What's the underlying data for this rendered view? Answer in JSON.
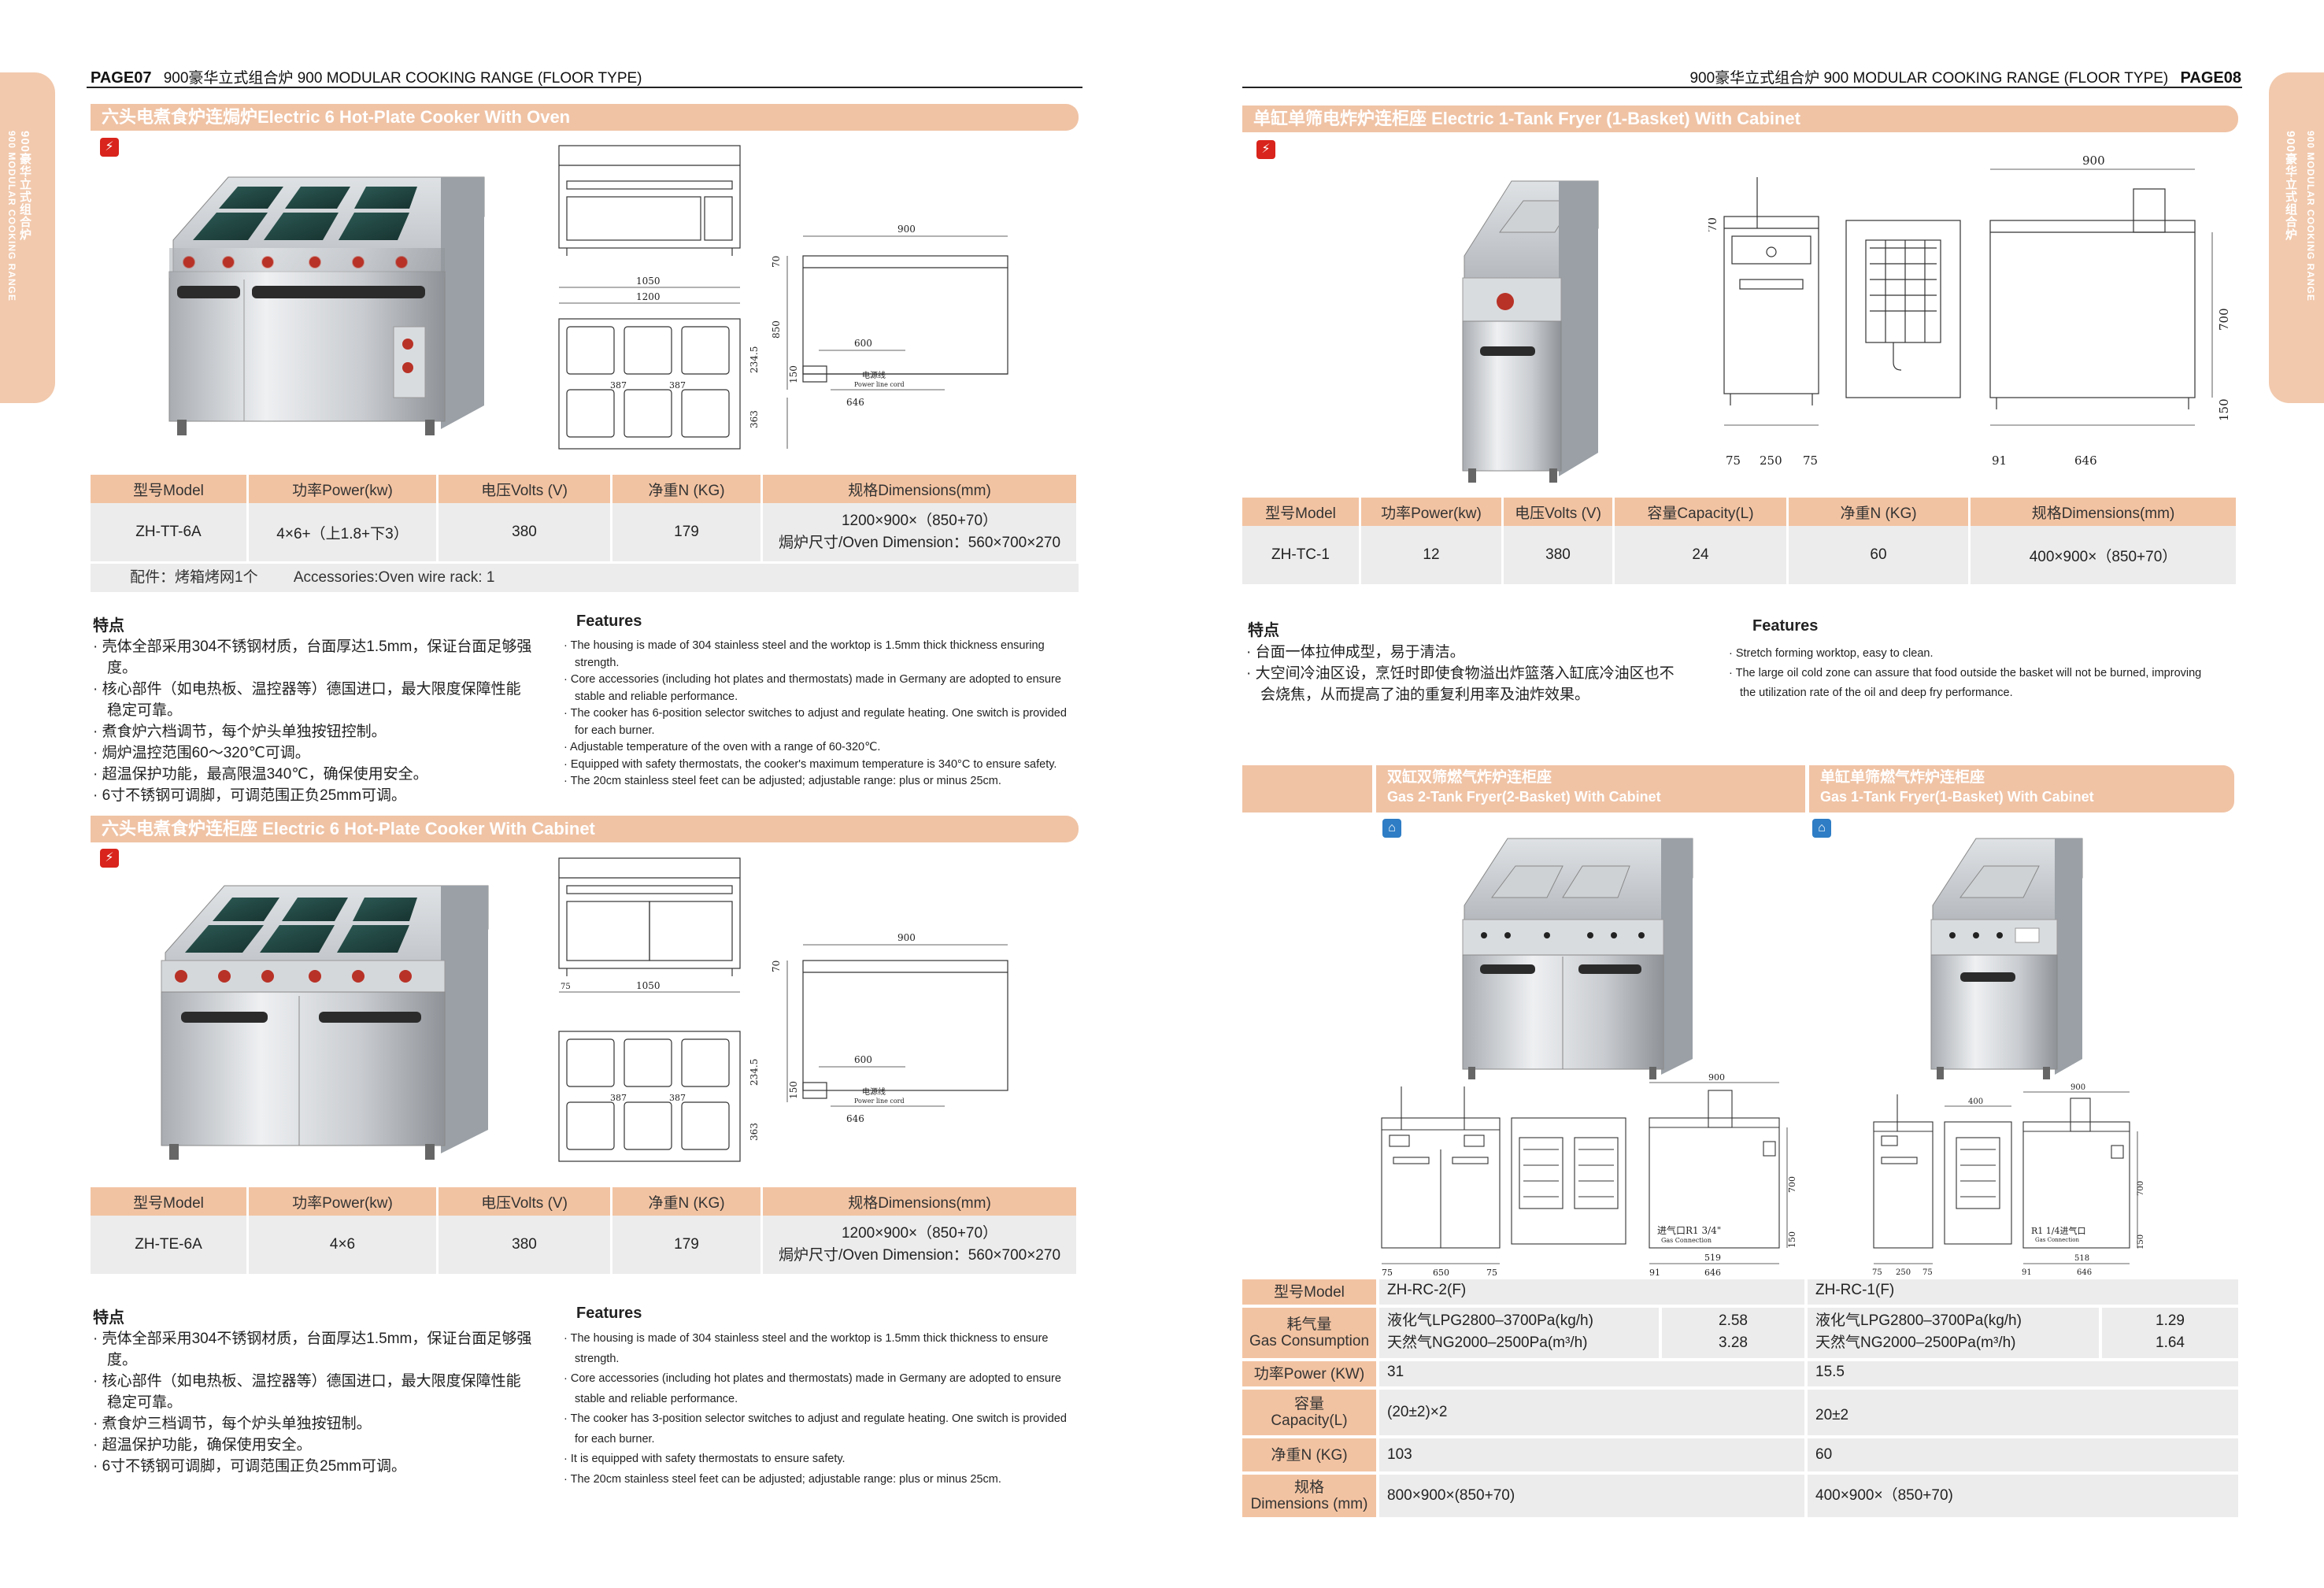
{
  "page_left": {
    "page_no": "PAGE07",
    "header_title": "900豪华立式组合炉 900 MODULAR COOKING RANGE (FLOOR TYPE)",
    "side_tab_cn": "900豪华立式组合炉",
    "side_tab_en": "900 MODULAR COOKING RANGE"
  },
  "page_right": {
    "page_no": "PAGE08",
    "header_title": "900豪华立式组合炉 900 MODULAR COOKING RANGE (FLOOR TYPE)",
    "side_tab_cn": "900豪华立式组合炉",
    "side_tab_en": "900 MODULAR COOKING RANGE"
  },
  "section1": {
    "title": "六头电煮食炉连焗炉Electric 6 Hot-Plate Cooker With Oven",
    "badge": "lightning-icon",
    "table": {
      "headers": [
        "型号Model",
        "功率Power(kw)",
        "电压Volts (V)",
        "净重N (KG)",
        "规格Dimensions(mm)"
      ],
      "row": [
        "ZH-TT-6A",
        "4×6+（上1.8+下3）",
        "380",
        "179"
      ],
      "dim_line1": "1200×900×（850+70）",
      "dim_line2": "焗炉尺寸/Oven Dimension：560×700×270"
    },
    "accessories_cn": "配件：烤箱烤网1个",
    "accessories_en": "Accessories:Oven wire rack: 1",
    "features_cn_title": "特点",
    "features_cn": [
      "· 壳体全部采用304不锈钢材质，台面厚达1.5mm，保证台面足够强度。",
      "· 核心部件（如电热板、温控器等）德国进口，最大限度保障性能稳定可靠。",
      "· 煮食炉六档调节，每个炉头单独按钮控制。",
      "· 焗炉温控范围60～320℃可调。",
      "· 超温保护功能，最高限温340℃，确保使用安全。",
      "· 6寸不锈钢可调脚，可调范围正负25mm可调。"
    ],
    "features_en_title": "Features",
    "features_en": [
      "· The housing is made of 304 stainless steel and the worktop is 1.5mm thick thickness ensuring strength.",
      "· Core accessories (including hot plates and thermostats) made in Germany are adopted to ensure stable and reliable performance.",
      "· The cooker has 6-position selector switches to adjust and regulate heating. One switch is provided for each burner.",
      "· Adjustable temperature of the oven with a range of 60-320℃.",
      "· Equipped with safety thermostats, the cooker's maximum temperature is 340°C to ensure safety.",
      "· The 20cm stainless steel feet can be adjusted; adjustable range: plus or minus 25cm."
    ],
    "drawing": {
      "dim_900": "900",
      "dim_70": "70",
      "dim_850": "850",
      "dim_600": "600",
      "dim_1050": "1050",
      "dim_1200": "1200",
      "dim_234": "234.5",
      "dim_363": "363",
      "dim_150": "150",
      "dim_387a": "387",
      "dim_387b": "387",
      "dim_646": "646",
      "power_cn": "电源线",
      "power_en": "Power line cord"
    }
  },
  "section2": {
    "title": "六头电煮食炉连柜座  Electric 6 Hot-Plate Cooker With Cabinet",
    "badge": "lightning-icon",
    "table": {
      "headers": [
        "型号Model",
        "功率Power(kw)",
        "电压Volts (V)",
        "净重N (KG)",
        "规格Dimensions(mm)"
      ],
      "row": [
        "ZH-TE-6A",
        "4×6",
        "380",
        "179"
      ],
      "dim_line1": "1200×900×（850+70）",
      "dim_line2": "焗炉尺寸/Oven Dimension：560×700×270"
    },
    "features_cn_title": "特点",
    "features_cn": [
      "· 壳体全部采用304不锈钢材质，台面厚达1.5mm，保证台面足够强度。",
      "· 核心部件（如电热板、温控器等）德国进口，最大限度保障性能稳定可靠。",
      "· 煮食炉三档调节，每个炉头单独按钮制。",
      "· 超温保护功能，确保使用安全。",
      "· 6寸不锈钢可调脚，可调范围正负25mm可调。"
    ],
    "features_en_title": "Features",
    "features_en": [
      "· The housing is made of 304 stainless steel and the worktop is 1.5mm thick thickness to ensure strength.",
      "· Core accessories (including hot plates and thermostats) made in Germany are adopted to ensure stable and reliable performance.",
      "· The cooker has 3-position selector switches to adjust and regulate heating. One switch is provided for each burner.",
      "· It is equipped with safety thermostats to ensure safety.",
      "· The 20cm stainless steel feet can be adjusted; adjustable range: plus or minus 25cm."
    ],
    "drawing": {
      "dim_900": "900",
      "dim_70": "70",
      "dim_600": "600",
      "dim_1050": "1050",
      "dim_234": "234.5",
      "dim_363": "363",
      "dim_150": "150",
      "dim_387a": "387",
      "dim_387b": "387",
      "dim_646": "646",
      "dim_75": "75",
      "power_cn": "电源线",
      "power_en": "Power line cord"
    }
  },
  "section3": {
    "title": "单缸单筛电炸炉连柜座 Electric 1-Tank Fryer (1-Basket) With Cabinet",
    "badge": "lightning-icon",
    "table": {
      "headers": [
        "型号Model",
        "功率Power(kw)",
        "电压Volts (V)",
        "容量Capacity(L)",
        "净重N (KG)",
        "规格Dimensions(mm)"
      ],
      "row": [
        "ZH-TC-1",
        "12",
        "380",
        "24",
        "60",
        "400×900×（850+70）"
      ]
    },
    "features_cn_title": "特点",
    "features_cn": [
      "· 台面一体拉伸成型，易于清洁。",
      "· 大空间冷油区设，烹饪时即使食物溢出炸篮落入缸底冷油区也不会烧焦，从而提高了油的重复利用率及油炸效果。"
    ],
    "features_en_title": "Features",
    "features_en": [
      "· Stretch forming worktop, easy to clean.",
      "· The large oil cold zone can assure that food outside the basket will not be burned, improving the utilization rate of the oil and deep fry performance."
    ],
    "drawing": {
      "dim_900": "900",
      "dim_70": "70",
      "dim_700": "700",
      "dim_150": "150",
      "dim_75a": "75",
      "dim_250": "250",
      "dim_75b": "75",
      "dim_91": "91",
      "dim_646": "646"
    }
  },
  "section4": {
    "title_cn": "双缸双筛燃气炸炉连柜座",
    "title_en": "Gas 2-Tank Fryer(2-Basket) With Cabinet",
    "badge": "flame-house-icon",
    "drawing": {
      "dim_900": "900",
      "dim_700": "700",
      "dim_150": "150",
      "dim_75a": "75",
      "dim_650": "650",
      "dim_75b": "75",
      "dim_91": "91",
      "dim_519": "519",
      "dim_646": "646",
      "gas_label": "进气口R1 3/4\"",
      "gas_en": "Gas Connection"
    }
  },
  "section5": {
    "title_cn": "单缸单筛燃气炸炉连柜座",
    "title_en": "Gas 1-Tank Fryer(1-Basket) With Cabinet",
    "badge": "flame-house-icon",
    "drawing": {
      "dim_900": "900",
      "dim_400": "400",
      "dim_700": "700",
      "dim_150": "150",
      "dim_75a": "75",
      "dim_250": "250",
      "dim_75b": "75",
      "dim_91": "91",
      "dim_518": "518",
      "dim_646": "646",
      "gas_label": "R1 1/4进气口",
      "gas_en": "Gas Connection"
    }
  },
  "gas_table": {
    "model_label": "型号Model",
    "model_a": "ZH-RC-2(F)",
    "model_b": "ZH-RC-1(F)",
    "gas_label_cn": "耗气量",
    "gas_label_en": "Gas Consumption",
    "lpg_a": "液化气LPG2800–3700Pa(kg/h)",
    "lpg_a_val": "2.58",
    "ng_a": "天然气NG2000–2500Pa(m³/h)",
    "ng_a_val": "3.28",
    "lpg_b": "液化气LPG2800–3700Pa(kg/h)",
    "lpg_b_val": "1.29",
    "ng_b": "天然气NG2000–2500Pa(m³/h)",
    "ng_b_val": "1.64",
    "power_label": "功率Power (KW)",
    "power_a": "31",
    "power_b": "15.5",
    "cap_label_cn": "容量",
    "cap_label_en": "Capacity(L)",
    "cap_a": "(20±2)×2",
    "cap_b": "20±2",
    "weight_label": "净重N (KG)",
    "weight_a": "103",
    "weight_b": "60",
    "dim_label_cn": "规格",
    "dim_label_en": "Dimensions (mm)",
    "dim_a": "800×900×(850+70)",
    "dim_b": "400×900×（850+70)"
  },
  "colors": {
    "accent": "#f0c3a5",
    "table_bg": "#ececec",
    "electric_badge": "#d8241c",
    "gas_badge": "#2e7dc5"
  }
}
